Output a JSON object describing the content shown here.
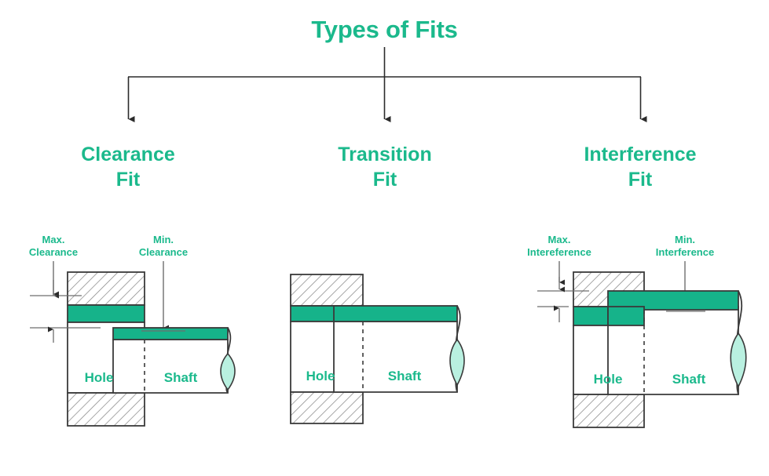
{
  "title": "Types of Fits",
  "colors": {
    "accent": "#1bb98c",
    "band": "#16b38a",
    "break_fill": "#b9f0e0",
    "outline": "#3a3a3a",
    "hatch": "#8a8a8a",
    "dimension": "#6e6e6e",
    "background": "#ffffff"
  },
  "branches": [
    {
      "line1": "Clearance",
      "line2": "Fit"
    },
    {
      "line1": "Transition",
      "line2": "Fit"
    },
    {
      "line1": "Interference",
      "line2": "Fit"
    }
  ],
  "figures": [
    {
      "name": "clearance-fit",
      "hole_label": "Hole",
      "shaft_label": "Shaft",
      "annotations": [
        {
          "line1": "Max.",
          "line2": "Clearance"
        },
        {
          "line1": "Min.",
          "line2": "Clearance"
        }
      ]
    },
    {
      "name": "transition-fit",
      "hole_label": "Hole",
      "shaft_label": "Shaft",
      "annotations": []
    },
    {
      "name": "interference-fit",
      "hole_label": "Hole",
      "shaft_label": "Shaft",
      "annotations": [
        {
          "line1": "Max.",
          "line2": "Intereference"
        },
        {
          "line1": "Min.",
          "line2": "Interference"
        }
      ]
    }
  ]
}
